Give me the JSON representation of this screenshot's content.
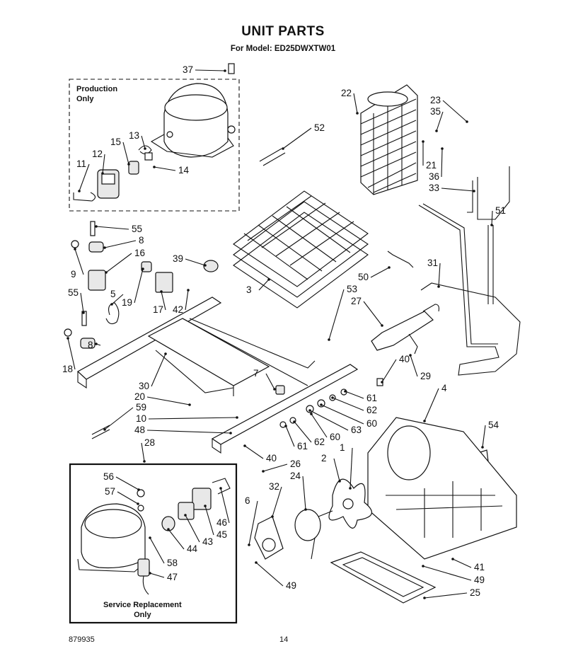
{
  "header": {
    "title": "UNIT PARTS",
    "subtitle": "For Model: ED25DWXTW01"
  },
  "boxes": {
    "production_label": "Production\nOnly",
    "service_label": "Service Replacement\nOnly"
  },
  "footer": {
    "doc_number": "879935",
    "page_number": "14"
  },
  "callouts": [
    {
      "id": "c37a",
      "text": "37"
    },
    {
      "id": "c22",
      "text": "22"
    },
    {
      "id": "c23",
      "text": "23"
    },
    {
      "id": "c35",
      "text": "35"
    },
    {
      "id": "c13",
      "text": "13"
    },
    {
      "id": "c15",
      "text": "15"
    },
    {
      "id": "c12",
      "text": "12"
    },
    {
      "id": "c11",
      "text": "11"
    },
    {
      "id": "c14",
      "text": "14"
    },
    {
      "id": "c52",
      "text": "52"
    },
    {
      "id": "c21",
      "text": "21"
    },
    {
      "id": "c36",
      "text": "36"
    },
    {
      "id": "c33",
      "text": "33"
    },
    {
      "id": "c51",
      "text": "51"
    },
    {
      "id": "c55a",
      "text": "55"
    },
    {
      "id": "c8a",
      "text": "8"
    },
    {
      "id": "c16",
      "text": "16"
    },
    {
      "id": "c9",
      "text": "9"
    },
    {
      "id": "c39",
      "text": "39"
    },
    {
      "id": "c50",
      "text": "50"
    },
    {
      "id": "c31",
      "text": "31"
    },
    {
      "id": "c53",
      "text": "53"
    },
    {
      "id": "c55b",
      "text": "55"
    },
    {
      "id": "c5",
      "text": "5"
    },
    {
      "id": "c19",
      "text": "19"
    },
    {
      "id": "c17",
      "text": "17"
    },
    {
      "id": "c42",
      "text": "42"
    },
    {
      "id": "c3",
      "text": "3"
    },
    {
      "id": "c27",
      "text": "27"
    },
    {
      "id": "c8b",
      "text": "8"
    },
    {
      "id": "c18",
      "text": "18"
    },
    {
      "id": "c30",
      "text": "30"
    },
    {
      "id": "c7",
      "text": "7"
    },
    {
      "id": "c40a",
      "text": "40"
    },
    {
      "id": "c29",
      "text": "29"
    },
    {
      "id": "c20",
      "text": "20"
    },
    {
      "id": "c59",
      "text": "59"
    },
    {
      "id": "c10",
      "text": "10"
    },
    {
      "id": "c61a",
      "text": "61"
    },
    {
      "id": "c4",
      "text": "4"
    },
    {
      "id": "c62a",
      "text": "62"
    },
    {
      "id": "c48",
      "text": "48"
    },
    {
      "id": "c60a",
      "text": "60"
    },
    {
      "id": "c63",
      "text": "63"
    },
    {
      "id": "c54",
      "text": "54"
    },
    {
      "id": "c61b",
      "text": "61"
    },
    {
      "id": "c62b",
      "text": "62"
    },
    {
      "id": "c60b",
      "text": "60"
    },
    {
      "id": "c28",
      "text": "28"
    },
    {
      "id": "c40b",
      "text": "40"
    },
    {
      "id": "c26",
      "text": "26"
    },
    {
      "id": "c1",
      "text": "1"
    },
    {
      "id": "c56",
      "text": "56"
    },
    {
      "id": "c2",
      "text": "2"
    },
    {
      "id": "c57",
      "text": "57"
    },
    {
      "id": "c32",
      "text": "32"
    },
    {
      "id": "c24",
      "text": "24"
    },
    {
      "id": "c6",
      "text": "6"
    },
    {
      "id": "c46",
      "text": "46"
    },
    {
      "id": "c45",
      "text": "45"
    },
    {
      "id": "c43",
      "text": "43"
    },
    {
      "id": "c44",
      "text": "44"
    },
    {
      "id": "c58",
      "text": "58"
    },
    {
      "id": "c47",
      "text": "47"
    },
    {
      "id": "c41",
      "text": "41"
    },
    {
      "id": "c49a",
      "text": "49"
    },
    {
      "id": "c49b",
      "text": "49"
    },
    {
      "id": "c25",
      "text": "25"
    }
  ]
}
